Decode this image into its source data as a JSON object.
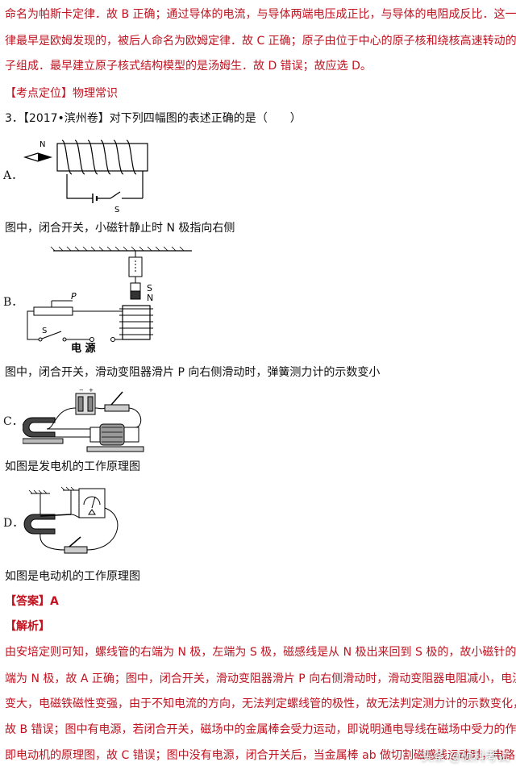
{
  "solution_prev": {
    "line1": "命名为帕斯卡定律．故 B 正确；通过导体的电流，与导体两端电压成正比，与导体的电阻成反比．这一规",
    "line2": "律最早是欧姆发现的，被后人命名为欧姆定律．故 C 正确；原子由位于中心的原子核和绕核高速转动的电",
    "line3": "子组成．最早建立原子核式结构模型的是汤姆生．故 D 错误；故应选 D。"
  },
  "kaodian": "【考点定位】物理常识",
  "question": "3．【2017•滨州卷】对下列四幅图的表述正确的是（　　）",
  "options": [
    {
      "letter": "A．",
      "text": "图中，闭合开关，小磁针静止时 N 极指向右侧"
    },
    {
      "letter": "B．",
      "text": "图中，闭合开关，滑动变阻器滑片 P 向右侧滑动时，弹簧测力计的示数变小"
    },
    {
      "letter": "C．",
      "text": "如图是发电机的工作原理图"
    },
    {
      "letter": "D．",
      "text": "如图是电动机的工作原理图"
    }
  ],
  "figure_labels": {
    "a_n": "N",
    "a_s": "S",
    "b_p": "P",
    "b_s": "S",
    "b_magnet_s": "S",
    "b_magnet_n": "N",
    "b_source": "电 源"
  },
  "answer": "【答案】A",
  "analysis_title": "【解析】",
  "analysis": [
    "由安培定则可知，螺线管的右端为 N 极，左端为 S 极，磁感线是从 N 极出来回到 S 极的，故小磁针的右",
    "端为 N 极，故 A 正确；图中，闭合开关，滑动变阻器滑片 P 向右侧滑动时，滑动变阻器电阻减小，电流",
    "变大，电磁铁磁性变强，由于不知电流的方向，无法判定螺线管的极性，故无法判定测力计的示数变化，",
    "故 B 错误；图中有电源，若闭合开关，磁场中的金属棒会受力运动，即说明通电导线在磁场中受力的作用",
    "即电动机的原理图，故 C 错误；图中没有电源，闭合开关后，当金属棒 ab 做切割磁感线运动时，电路中"
  ],
  "watermark": "头条 @硕科考试",
  "colors": {
    "red": "#c0121f",
    "text": "#111111"
  }
}
